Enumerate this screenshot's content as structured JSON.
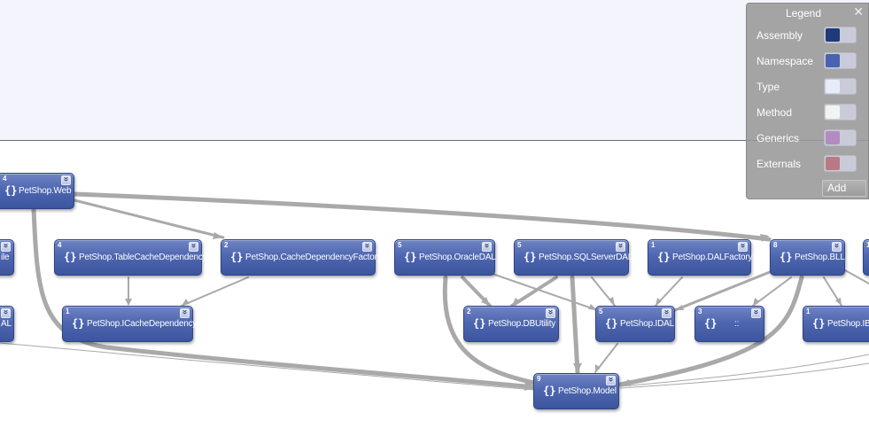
{
  "graph": {
    "nodes": [
      {
        "id": "web",
        "count": "4",
        "icon": "{}",
        "label": "PetShop.Web"
      },
      {
        "id": "lftA",
        "count": "",
        "icon": "",
        "label": "ile"
      },
      {
        "id": "lftB",
        "count": "",
        "icon": "",
        "label": "AL"
      },
      {
        "id": "tcd",
        "count": "4",
        "icon": "{}",
        "label": "PetShop.TableCacheDependency"
      },
      {
        "id": "cdf",
        "count": "2",
        "icon": "{}",
        "label": "PetShop.CacheDependencyFactory"
      },
      {
        "id": "icd",
        "count": "1",
        "icon": "{}",
        "label": "PetShop.ICacheDependency"
      },
      {
        "id": "odal",
        "count": "5",
        "icon": "{}",
        "label": "PetShop.OracleDAL"
      },
      {
        "id": "sdal",
        "count": "5",
        "icon": "{}",
        "label": "PetShop.SQLServerDAL"
      },
      {
        "id": "dalf",
        "count": "1",
        "icon": "{}",
        "label": "PetShop.DALFactory"
      },
      {
        "id": "bll",
        "count": "8",
        "icon": "{}",
        "label": "PetShop.BLL"
      },
      {
        "id": "rgtA",
        "count": "1",
        "icon": "",
        "label": ""
      },
      {
        "id": "dbu",
        "count": "2",
        "icon": "{}",
        "label": "PetShop.DBUtility"
      },
      {
        "id": "idal",
        "count": "5",
        "icon": "{}",
        "label": "PetShop.IDAL"
      },
      {
        "id": "glob",
        "count": "3",
        "icon": "{}",
        "label": "::"
      },
      {
        "id": "ibll",
        "count": "1",
        "icon": "{}",
        "label": "PetShop.IBLL"
      },
      {
        "id": "model",
        "count": "9",
        "icon": "{}",
        "label": "PetShop.Model"
      }
    ]
  },
  "legend": {
    "title": "Legend",
    "close_icon": "close-icon",
    "items": [
      {
        "label": "Assembly",
        "color": "#1f3a78"
      },
      {
        "label": "Namespace",
        "color": "#4a62b2"
      },
      {
        "label": "Type",
        "color": "#e6ecfa"
      },
      {
        "label": "Method",
        "color": "#f3f3f3"
      },
      {
        "label": "Generics",
        "color": "#b28cc0"
      },
      {
        "label": "Externals",
        "color": "#b87a84"
      }
    ],
    "add_label": "Add"
  }
}
